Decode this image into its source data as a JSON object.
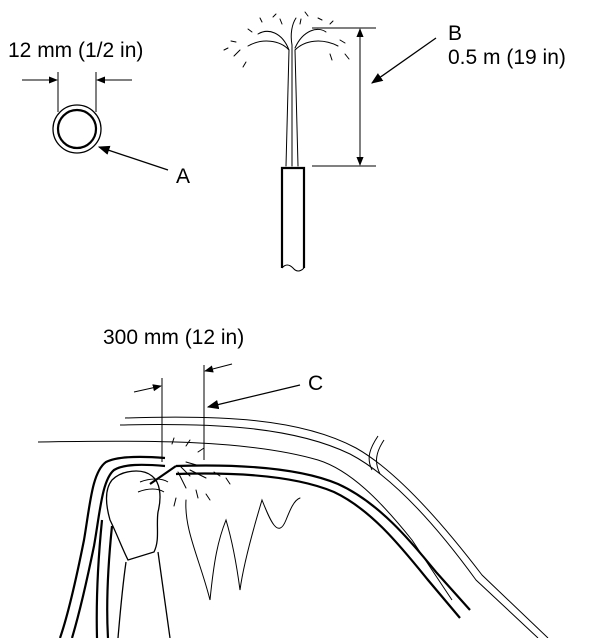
{
  "labels": {
    "hose_diameter": "12 mm (1/2 in)",
    "callout_a": "A",
    "callout_b": "B",
    "spray_height": "0.5 m (19 in)",
    "nozzle_distance": "300 mm (12 in)",
    "callout_c": "C"
  },
  "colors": {
    "line": "#000000",
    "background": "#ffffff"
  }
}
